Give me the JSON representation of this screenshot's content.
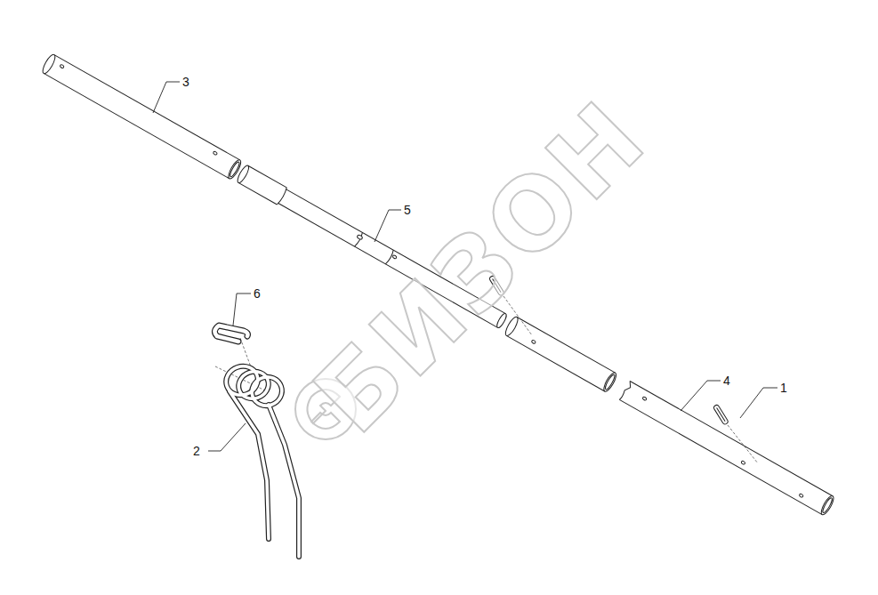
{
  "diagram": {
    "labels": [
      "3",
      "5",
      "6",
      "4",
      "1",
      "2",
      "БИЗОН"
    ]
  }
}
